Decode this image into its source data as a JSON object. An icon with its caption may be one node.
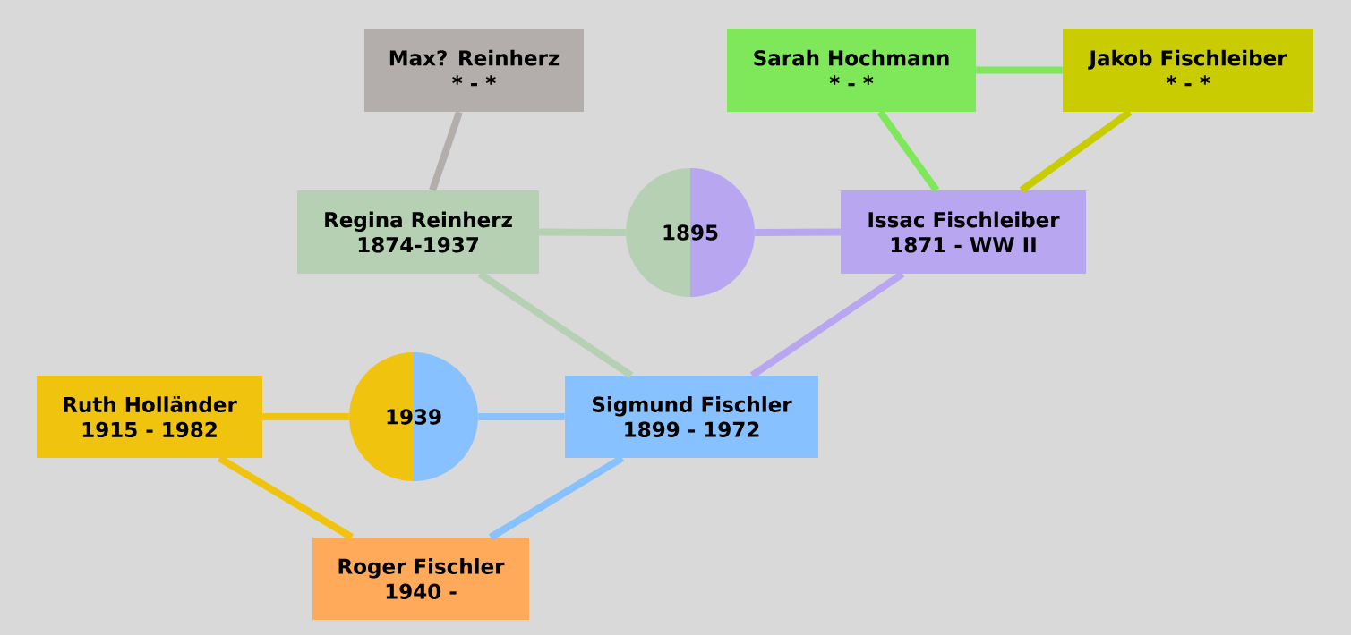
{
  "diagram": {
    "nodes": [
      {
        "text": [
          "Max? Reinherz",
          "* - *"
        ]
      },
      {
        "text": [
          "Sarah Hochmann",
          "* - *"
        ]
      },
      {
        "text": [
          "Jakob Fischleiber",
          "* - *"
        ]
      },
      {
        "text": [
          "Regina Reinherz",
          "1874-1937"
        ]
      },
      {
        "text": [
          "1895"
        ]
      },
      {
        "text": [
          "Issac Fischleiber",
          "1871 - WW II"
        ]
      },
      {
        "text": [
          "Ruth Holländer",
          "1915 - 1982"
        ]
      },
      {
        "text": [
          "1939"
        ]
      },
      {
        "text": [
          "Sigmund Fischler",
          "1899 - 1972"
        ]
      },
      {
        "text": [
          "Roger Fischler",
          "1940 -"
        ]
      }
    ],
    "edges": [
      {
        "from": 0,
        "to": 3,
        "arrow": "none",
        "color": "#b3aeab"
      },
      {
        "from": 1,
        "to": 2,
        "arrow": "none",
        "color": "#7ee85a"
      },
      {
        "from": 1,
        "to": 5,
        "arrow": "none",
        "color": "#7ee85a"
      },
      {
        "from": 2,
        "to": 5,
        "arrow": "none",
        "color": "#c9cc00"
      },
      {
        "from": 3,
        "to": 4,
        "arrow": "none",
        "color": "#b6d0b4"
      },
      {
        "from": 4,
        "to": 5,
        "arrow": "none",
        "color": "#b8a6f0"
      },
      {
        "from": 3,
        "to": 8,
        "arrow": "none",
        "color": "#b6d0b4"
      },
      {
        "from": 5,
        "to": 8,
        "arrow": "none",
        "color": "#b8a6f0"
      },
      {
        "from": 6,
        "to": 7,
        "arrow": "none",
        "color": "#f0c30f"
      },
      {
        "from": 7,
        "to": 8,
        "arrow": "none",
        "color": "#87c1ff"
      },
      {
        "from": 6,
        "to": 9,
        "arrow": "none",
        "color": "#f0c30f"
      },
      {
        "from": 8,
        "to": 9,
        "arrow": "none",
        "color": "#87c1ff"
      }
    ]
  }
}
